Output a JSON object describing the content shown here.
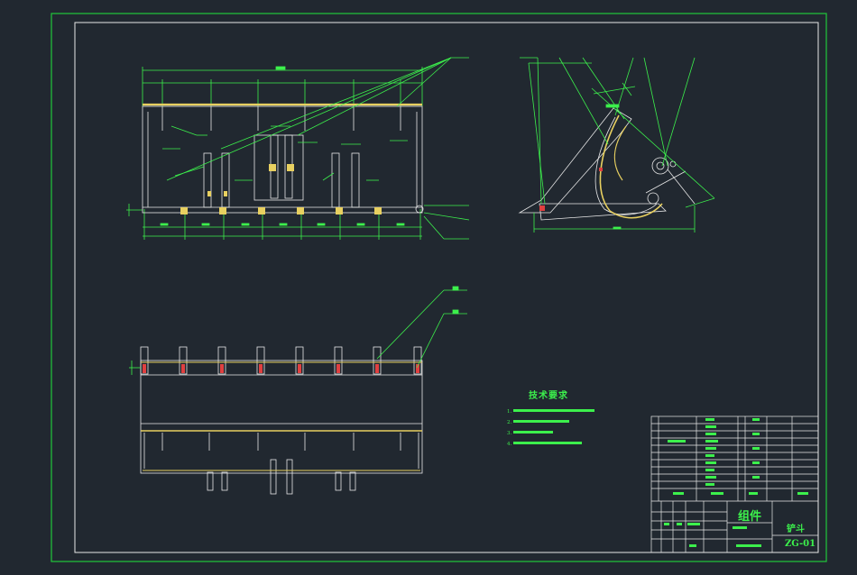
{
  "tech_notes": {
    "title": "技术要求",
    "items": [
      "1.",
      "2.",
      "3.",
      "4."
    ]
  },
  "title_block": {
    "category": "组件",
    "part_name": "铲斗",
    "drawing_number": "ZG-01"
  },
  "colors": {
    "background": "#212830",
    "frame": "#21c83a",
    "linework": "#e8e8e8",
    "dimension": "#3cf04c",
    "highlight": "#e8d060",
    "detail": "#e04040"
  }
}
